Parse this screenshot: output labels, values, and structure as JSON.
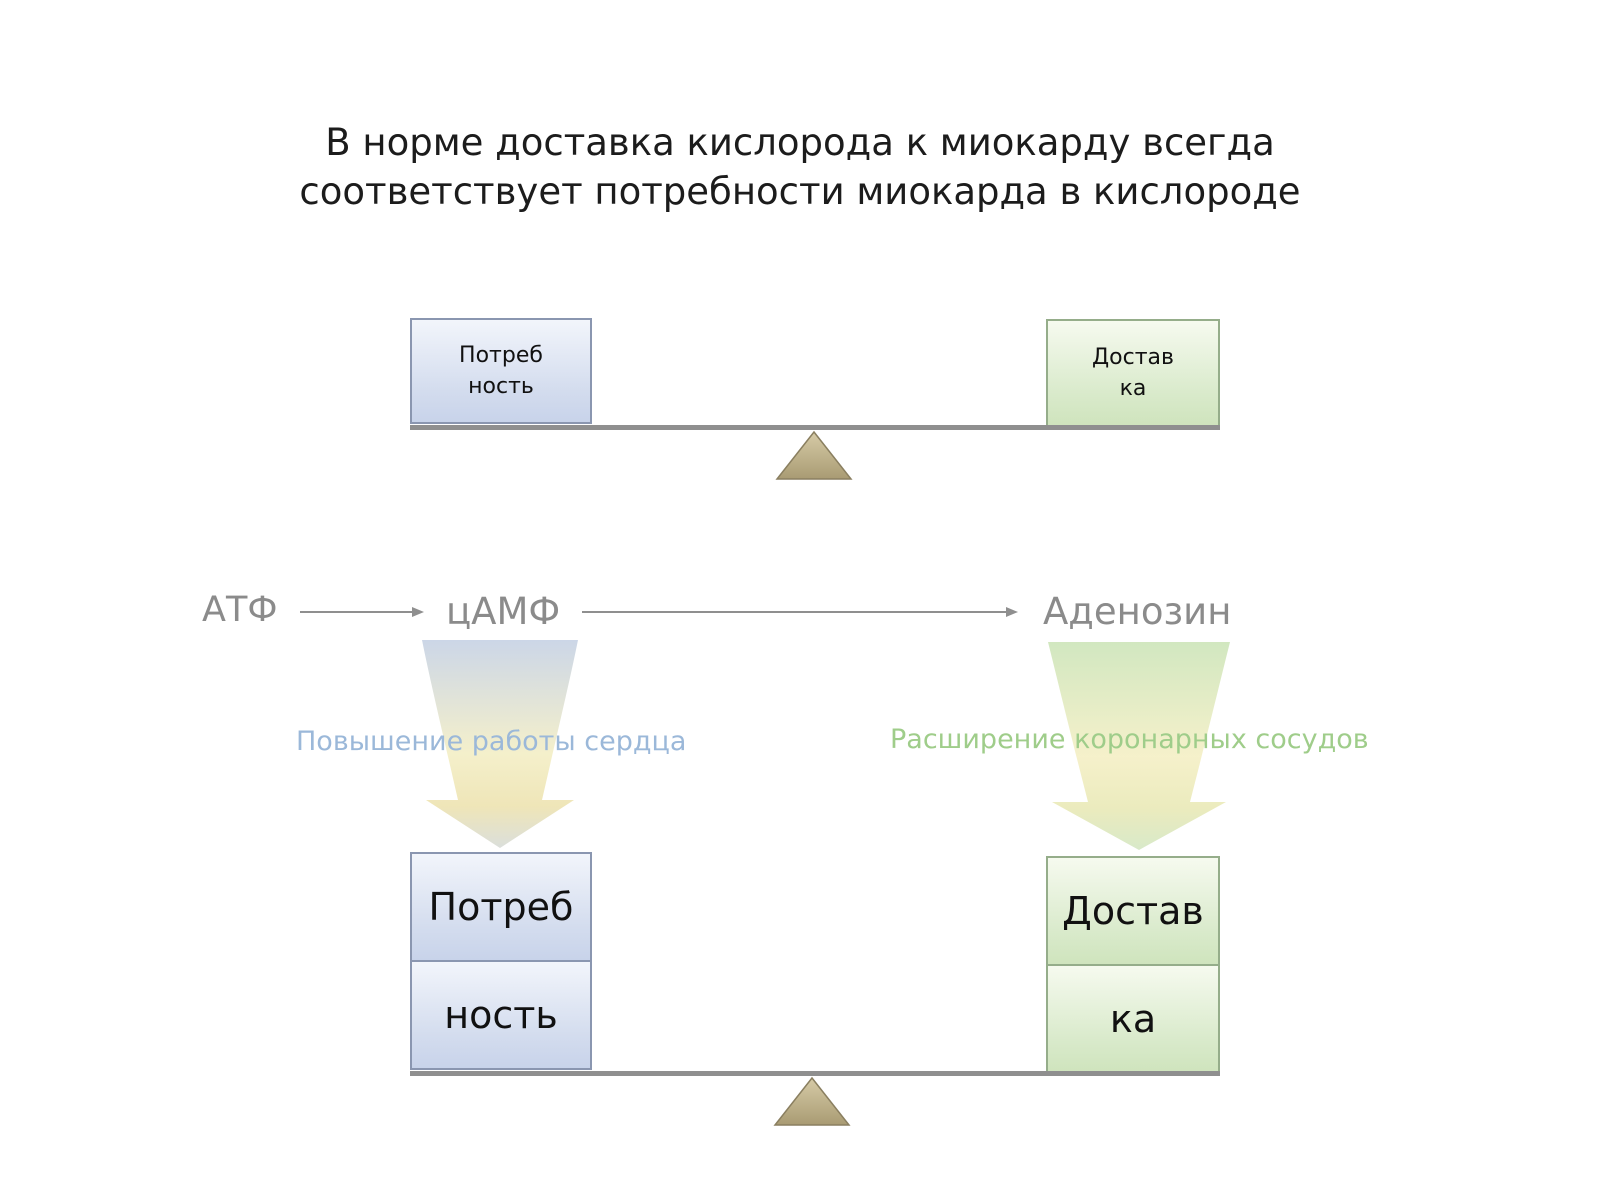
{
  "title": {
    "line1": "В норме доставка кислорода к миокарду всегда",
    "line2": "соответствует потребности миокарда в кислороде"
  },
  "scale_top": {
    "left_box": {
      "line1": "Потреб",
      "line2": "ность"
    },
    "right_box": {
      "line1": "Достав",
      "line2": "ка"
    }
  },
  "pathway": {
    "nodes": [
      "АТФ",
      "цАМФ",
      "Аденозин"
    ],
    "effect_left": "Повышение работы сердца",
    "effect_right": "Расширение коронарных сосудов"
  },
  "scale_bottom": {
    "left_top": "Потреб",
    "left_bottom": "ность",
    "right_top": "Достав",
    "right_bottom": "ка"
  },
  "colors": {
    "blue_box": "#d3dcee",
    "green_box": "#d9eacb",
    "effect_left": "#9bb8d9",
    "effect_right": "#9fcd8a",
    "fulcrum": "#b9ac88",
    "pathway_text": "#8b8b8b"
  }
}
